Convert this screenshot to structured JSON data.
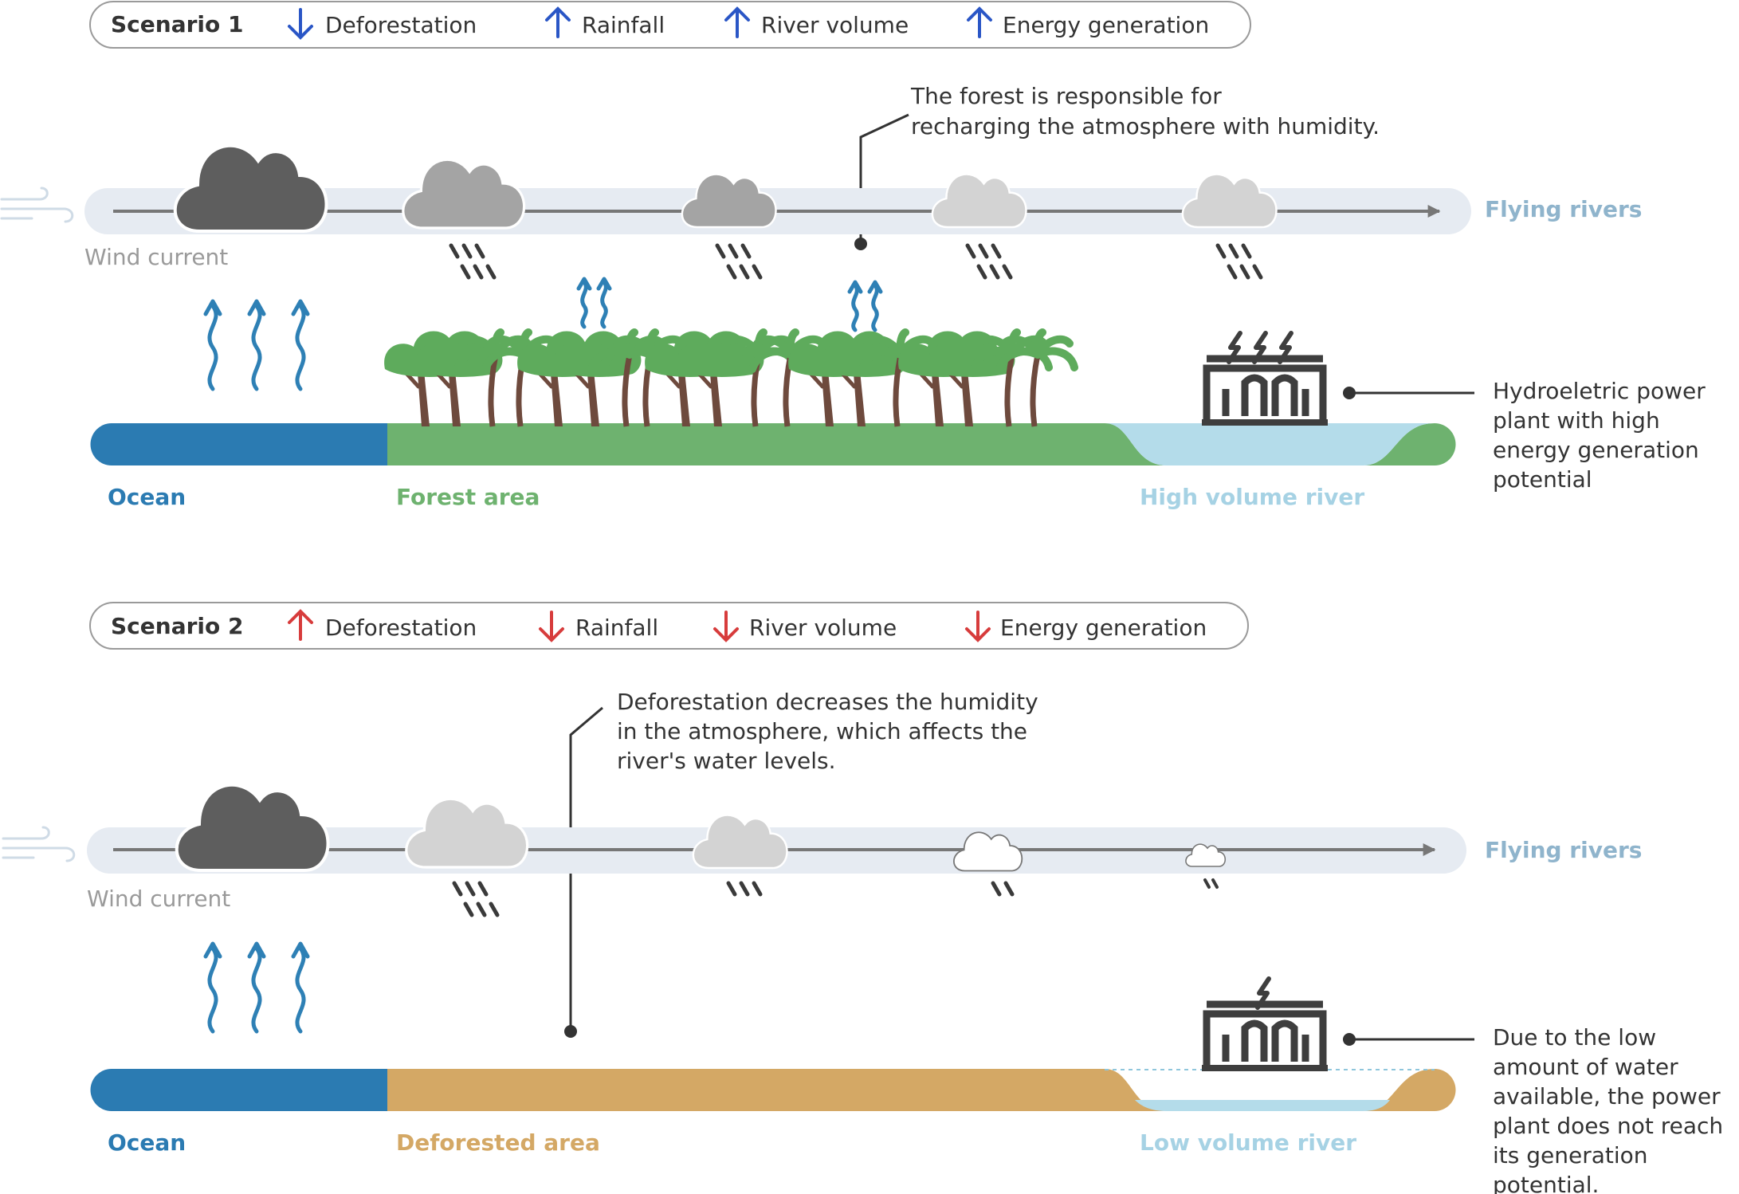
{
  "scenarios": [
    {
      "label": "Scenario 1",
      "indicators": [
        {
          "direction": "down",
          "label": "Deforestation"
        },
        {
          "direction": "up",
          "label": "Rainfall"
        },
        {
          "direction": "up",
          "label": "River volume"
        },
        {
          "direction": "up",
          "label": "Energy generation"
        }
      ],
      "indicator_color": "#2a56c6",
      "wind_label": "Wind current",
      "flying_rivers_label": "Flying rivers",
      "callout_top": [
        "The forest is responsible for",
        "recharging the atmosphere with humidity."
      ],
      "ocean_label": "Ocean",
      "land_label": "Forest area",
      "land_color": "#6eb26f",
      "river_label": "High volume river",
      "power_plant_note": [
        "Hydroeletric power",
        "plant with high",
        "energy generation",
        "potential"
      ]
    },
    {
      "label": "Scenario 2",
      "indicators": [
        {
          "direction": "up",
          "label": "Deforestation"
        },
        {
          "direction": "down",
          "label": "Rainfall"
        },
        {
          "direction": "down",
          "label": "River volume"
        },
        {
          "direction": "down",
          "label": "Energy generation"
        }
      ],
      "indicator_color": "#d73c3c",
      "wind_label": "Wind current",
      "flying_rivers_label": "Flying rivers",
      "callout_top": [
        "Deforestation decreases the humidity",
        "in the atmosphere, which affects the",
        "river's water levels."
      ],
      "ocean_label": "Ocean",
      "land_label": "Deforested area",
      "land_color": "#d4a865",
      "river_label": "Low volume river",
      "power_plant_note": [
        "Due to the low",
        "amount of water",
        "available, the power",
        "plant does not reach",
        "its generation",
        "potential."
      ]
    }
  ],
  "colors": {
    "ocean": "#2b7bb2",
    "river": "#b4dcea",
    "cloud_dark": "#5e5e5e",
    "cloud_mid": "#a4a4a4",
    "cloud_light": "#d3d3d3",
    "wind_band": "#e6ebf2",
    "flying_rivers": "#8fb4cc",
    "evaporation": "#2e80b5",
    "trunk": "#6e4a3d",
    "canopy": "#5eab5c"
  }
}
